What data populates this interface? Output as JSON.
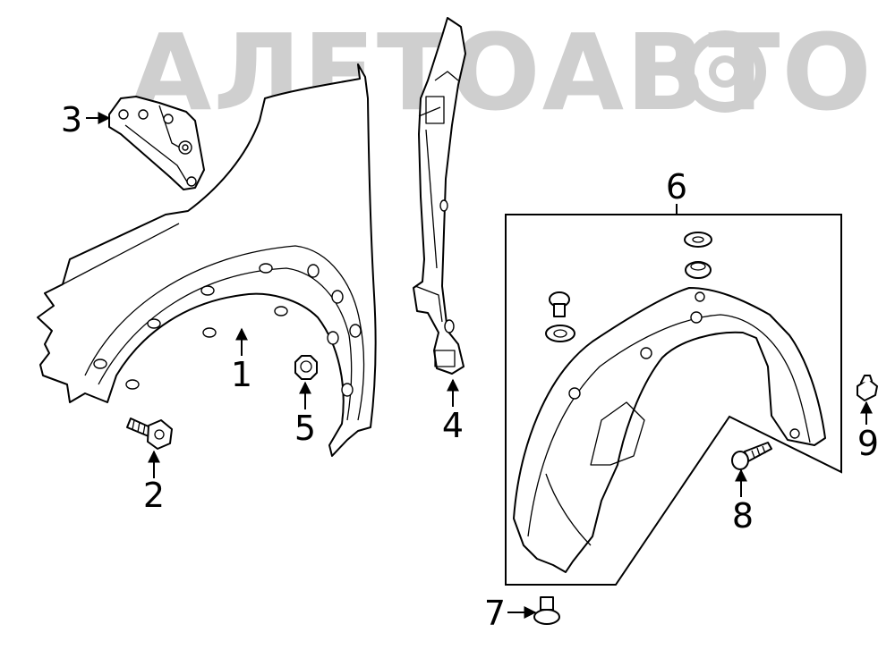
{
  "watermark": {
    "text": "АЛЕТОАВТО"
  },
  "callouts": {
    "c1": "1",
    "c2": "2",
    "c3": "3",
    "c4": "4",
    "c5": "5",
    "c6": "6",
    "c7": "7",
    "c8": "8",
    "c9": "9"
  }
}
